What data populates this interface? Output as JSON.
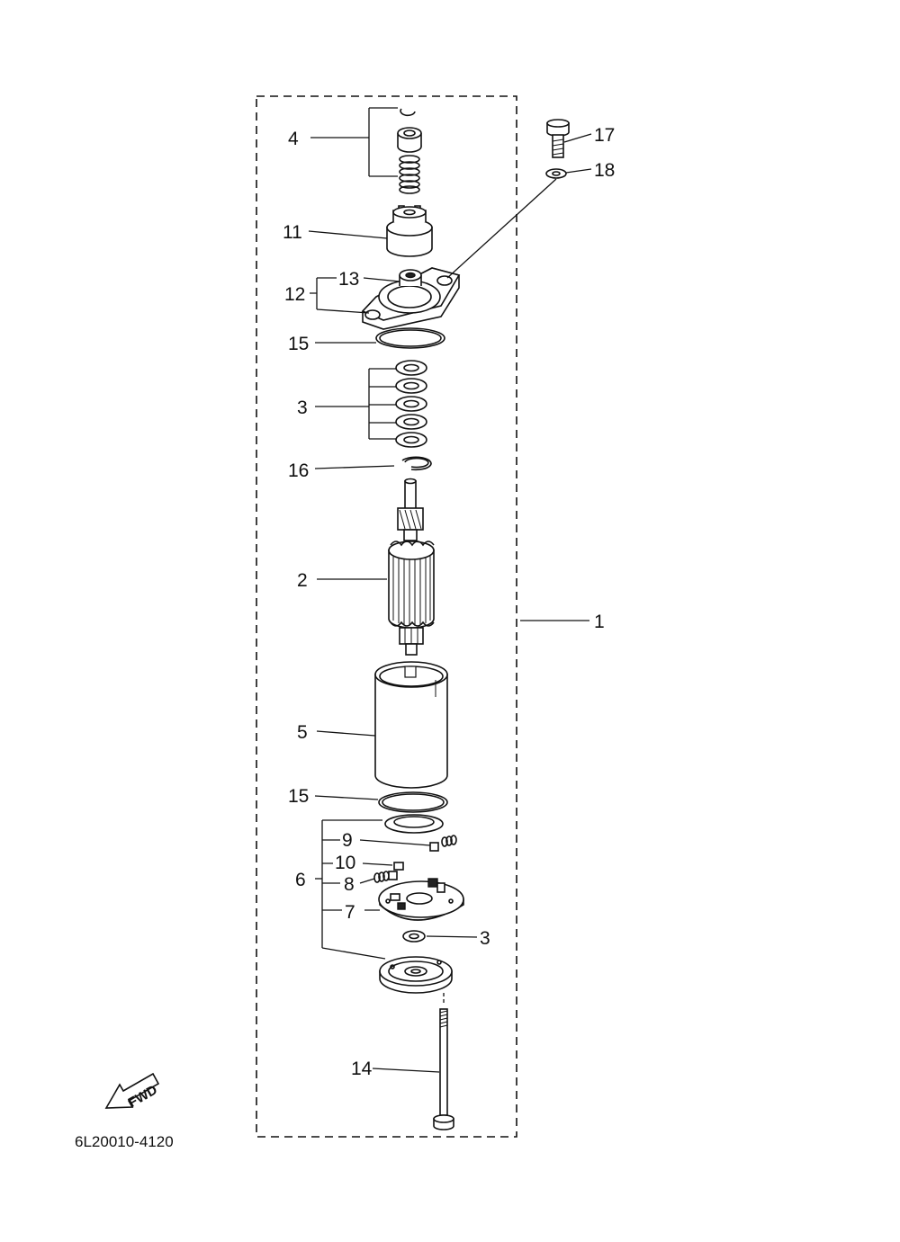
{
  "callouts": {
    "c1": "1",
    "c2": "2",
    "c3a": "3",
    "c3b": "3",
    "c4": "4",
    "c5": "5",
    "c6": "6",
    "c7": "7",
    "c8": "8",
    "c9": "9",
    "c10": "10",
    "c11": "11",
    "c12": "12",
    "c13": "13",
    "c14": "14",
    "c15a": "15",
    "c15b": "15",
    "c16": "16",
    "c17": "17",
    "c18": "18"
  },
  "fwd_label": "FWD",
  "drawing_code": "6L20010-4120"
}
